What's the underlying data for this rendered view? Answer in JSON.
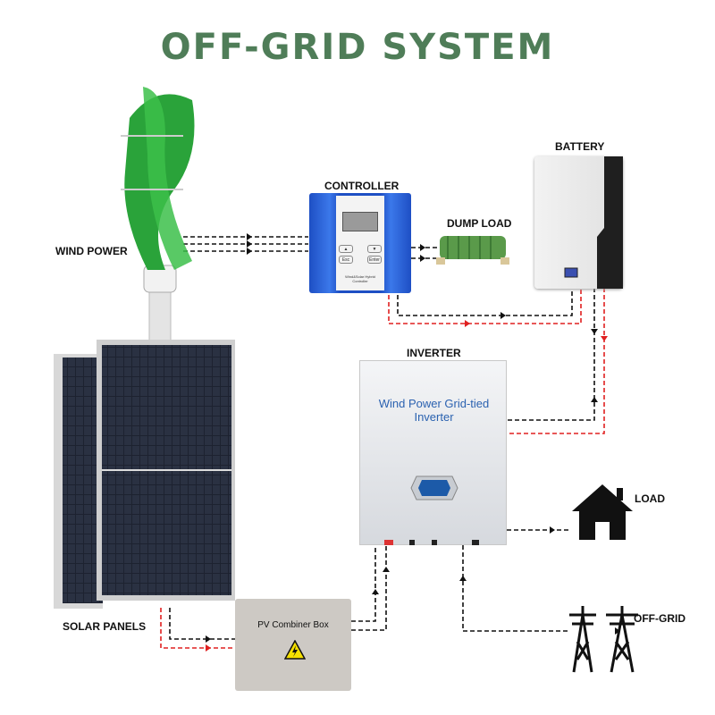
{
  "title": "OFF-GRID SYSTEM",
  "labels": {
    "wind": "WIND POWER",
    "controller": "CONTROLLER",
    "dump_load": "DUMP LOAD",
    "battery": "BATTERY",
    "inverter": "INVERTER",
    "solar": "SOLAR PANELS",
    "load": "LOAD",
    "off_grid": "OFF-GRID"
  },
  "controller": {
    "esc": "Esc",
    "enter": "Enter",
    "name": "Wind&Solar Hybrid Controller"
  },
  "inverter": {
    "name_line1": "Wind Power Grid-tied",
    "name_line2": "Inverter"
  },
  "combiner": {
    "name": "PV Combiner Box"
  },
  "colors": {
    "title": "#4f7d58",
    "wire_dc": "#111111",
    "wire_pos": "#e02020",
    "turbine": "#2aa33a",
    "controller": "#1e4fc4"
  }
}
